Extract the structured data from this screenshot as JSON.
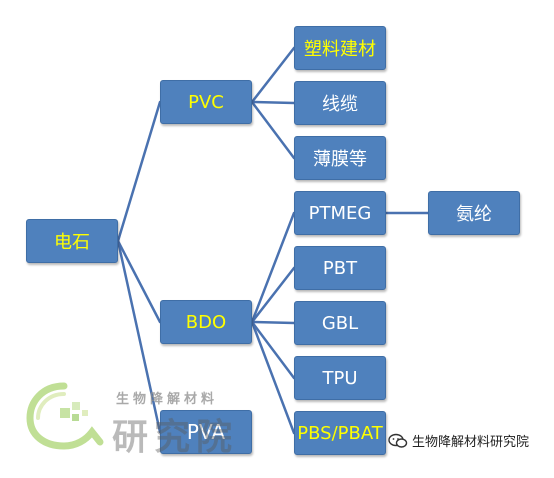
{
  "diagram": {
    "root": "电石",
    "level1": [
      {
        "id": "pvc",
        "label": "PVC"
      },
      {
        "id": "bdo",
        "label": "BDO"
      },
      {
        "id": "pva",
        "label": "PVA"
      }
    ],
    "pvc_children": [
      "塑料建材",
      "线缆",
      "薄膜等"
    ],
    "bdo_children": [
      "PTMEG",
      "PBT",
      "GBL",
      "TPU",
      "PBS/PBAT"
    ],
    "ptmeg_child": "氨纶",
    "highlight_color": "#ffff00",
    "node_color": "#4f81bd",
    "line_color": "#4a72b0"
  },
  "watermark": {
    "subtitle": "生物降解材料",
    "title": "研究院"
  },
  "credit": {
    "account": "生物降解材料研究院"
  }
}
